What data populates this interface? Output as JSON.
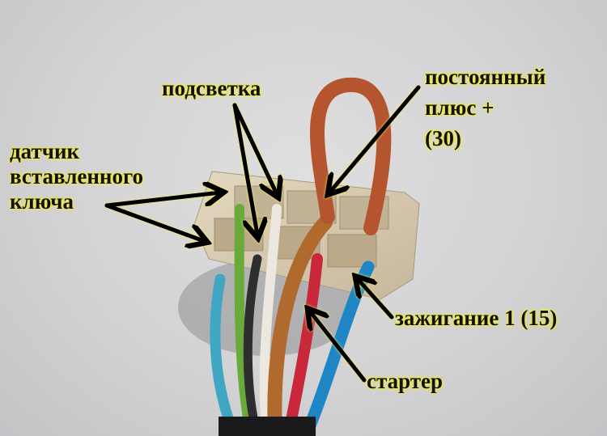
{
  "figure": {
    "subject": "ignition switch connector wiring",
    "background_color": "#d8d8da",
    "label_text_color": "#111111",
    "label_glow_color": "#f4ef4a"
  },
  "labels": {
    "key_sensor": {
      "lines": [
        "датчик",
        "вставленного",
        "ключа"
      ]
    },
    "backlight": {
      "text": "подсветка"
    },
    "constant_plus": {
      "lines": [
        "постоянный",
        "плюс +",
        "(30)"
      ]
    },
    "ignition": {
      "text": "зажигание 1 (15)"
    },
    "starter": {
      "text": "стартер"
    }
  },
  "wires": [
    {
      "name": "light-blue",
      "color": "#3fa6c4"
    },
    {
      "name": "green",
      "color": "#6aaa3a"
    },
    {
      "name": "black",
      "color": "#2e2e30"
    },
    {
      "name": "white",
      "color": "#ece8df"
    },
    {
      "name": "brown",
      "color": "#b06a2e"
    },
    {
      "name": "red",
      "color": "#c8283a"
    },
    {
      "name": "blue",
      "color": "#1f86c6"
    },
    {
      "name": "brown-loop",
      "color": "#b4552f"
    }
  ],
  "connector": {
    "color": "#d9cbb3"
  }
}
